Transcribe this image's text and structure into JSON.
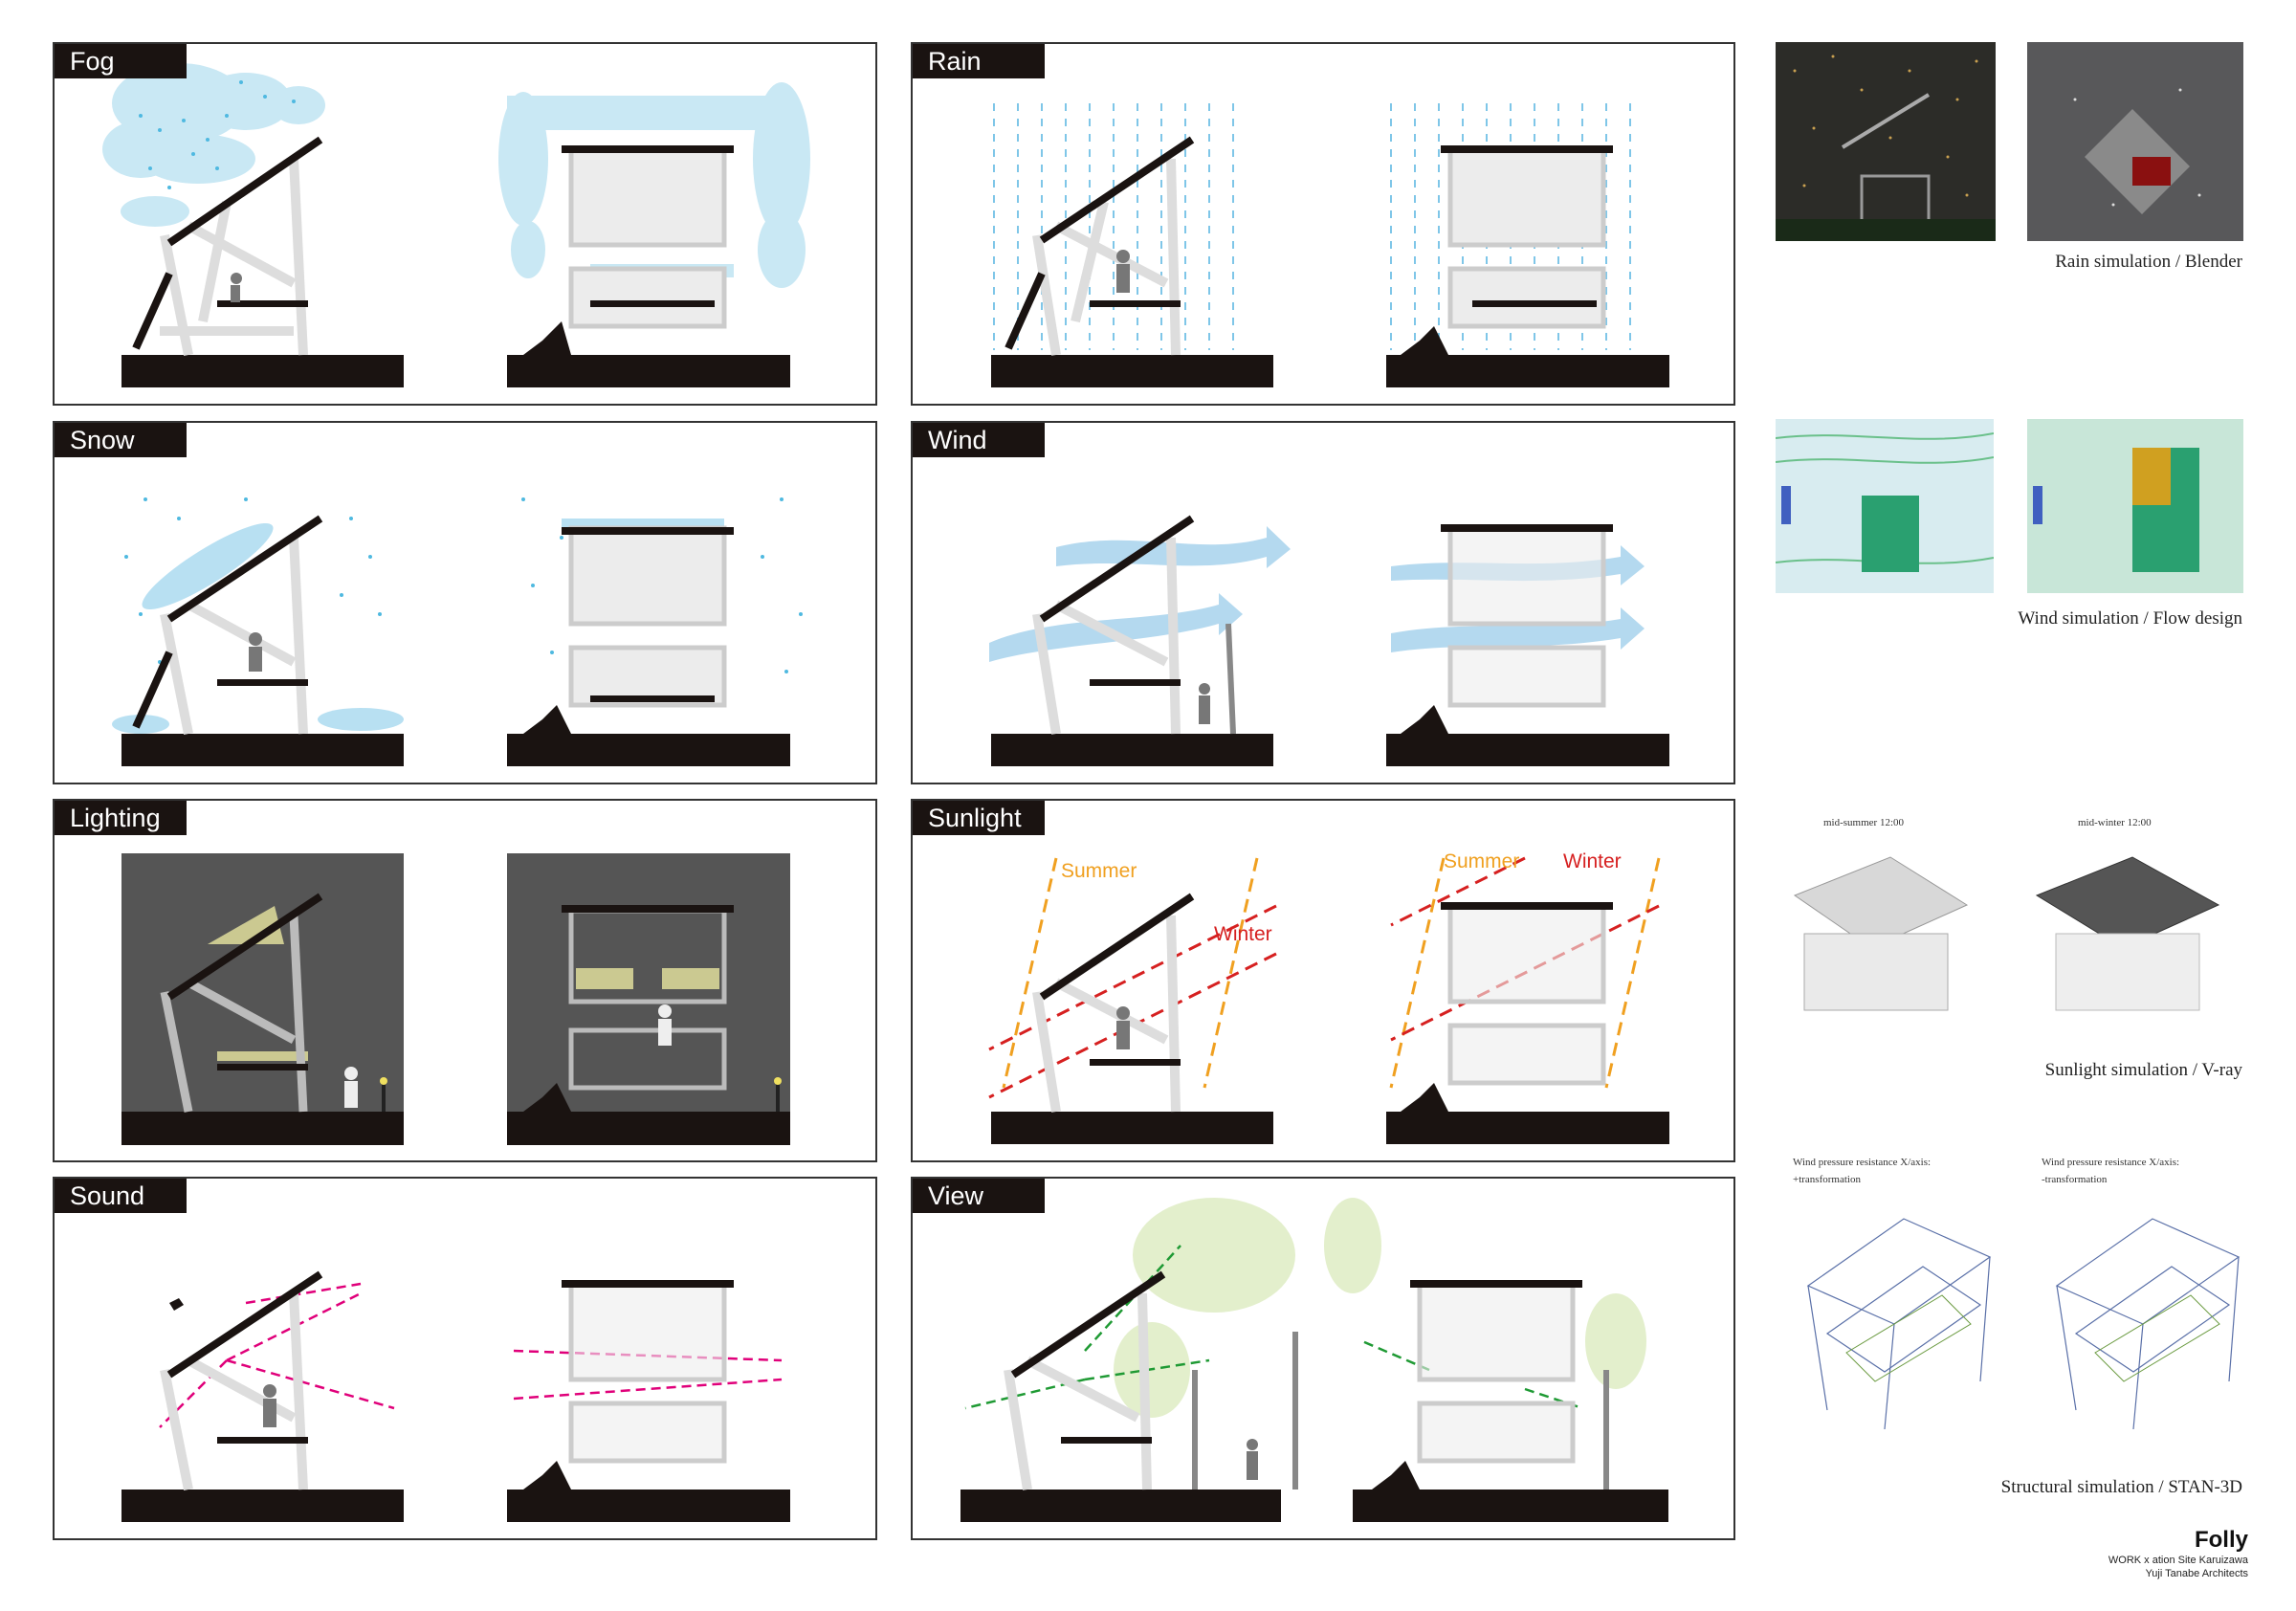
{
  "panels": {
    "fog": {
      "label": "Fog"
    },
    "rain": {
      "label": "Rain"
    },
    "snow": {
      "label": "Snow"
    },
    "wind": {
      "label": "Wind"
    },
    "lighting": {
      "label": "Lighting"
    },
    "sunlight": {
      "label": "Sunlight",
      "summer": "Summer",
      "winter": "Winter",
      "summer_color": "#f0a020",
      "winter_color": "#d62020"
    },
    "sound": {
      "label": "Sound"
    },
    "view": {
      "label": "View"
    }
  },
  "simulations": {
    "rain": {
      "caption": "Rain simulation / Blender"
    },
    "wind": {
      "caption": "Wind simulation / Flow design"
    },
    "sunlight": {
      "caption": "Sunlight simulation / V-ray",
      "left_label": "mid-summer 12:00",
      "right_label": "mid-winter 12:00"
    },
    "structural": {
      "caption": "Structural simulation / STAN-3D",
      "left_label_1": "Wind pressure resistance X/axis:",
      "left_label_2": "+transformation",
      "right_label_1": "Wind pressure resistance X/axis:",
      "right_label_2": "-transformation"
    }
  },
  "credit": {
    "title": "Folly",
    "line1": "WORK x ation Site Karuizawa",
    "line2": "Yuji Tanabe Architects"
  },
  "colors": {
    "fog_blue": "#c9e8f4",
    "snow_blue": "#4fb9e0",
    "rain_blue": "#7fc6e8",
    "wind_blue": "#b4d9ef",
    "lighting_bg": "#555555",
    "sound_pink": "#e0007a",
    "view_green": "#1f9a34",
    "tree_green": "#e3efcc",
    "ground": "#1a1311"
  }
}
